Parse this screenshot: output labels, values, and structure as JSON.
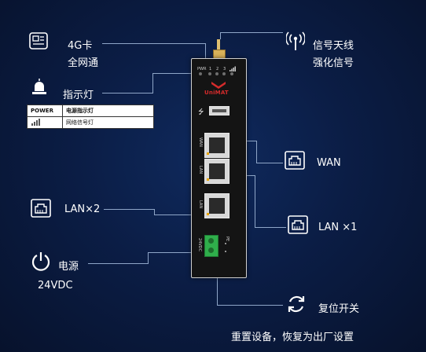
{
  "labels": {
    "sim": [
      "4G卡",
      "全网通"
    ],
    "antenna": [
      "信号天线",
      "强化信号"
    ],
    "indicator": "指示灯",
    "wan": "WAN",
    "lan2": "LAN×2",
    "lan1": "LAN ×1",
    "power": "电源",
    "power_voltage": "24VDC",
    "reset": "复位开关",
    "reset_desc": "重置设备，恢复为出厂设置"
  },
  "legend": {
    "rows": [
      {
        "key": "POWER",
        "value": "电源指示灯"
      },
      {
        "key": "",
        "value": "网络信号灯"
      }
    ]
  },
  "device": {
    "brand": "UniMAT",
    "leds": [
      "PWR",
      "1",
      "2",
      "3"
    ],
    "port_labels": {
      "wan": "WAN",
      "lan_a": "LAN",
      "lan_b": "LAN",
      "power": "24VDC",
      "pe": "PE"
    }
  },
  "colors": {
    "background": "#0b1d45",
    "brand_red": "#d42b2b",
    "terminal_green": "#2fae4b",
    "antenna_gold": "#d9b25a"
  }
}
